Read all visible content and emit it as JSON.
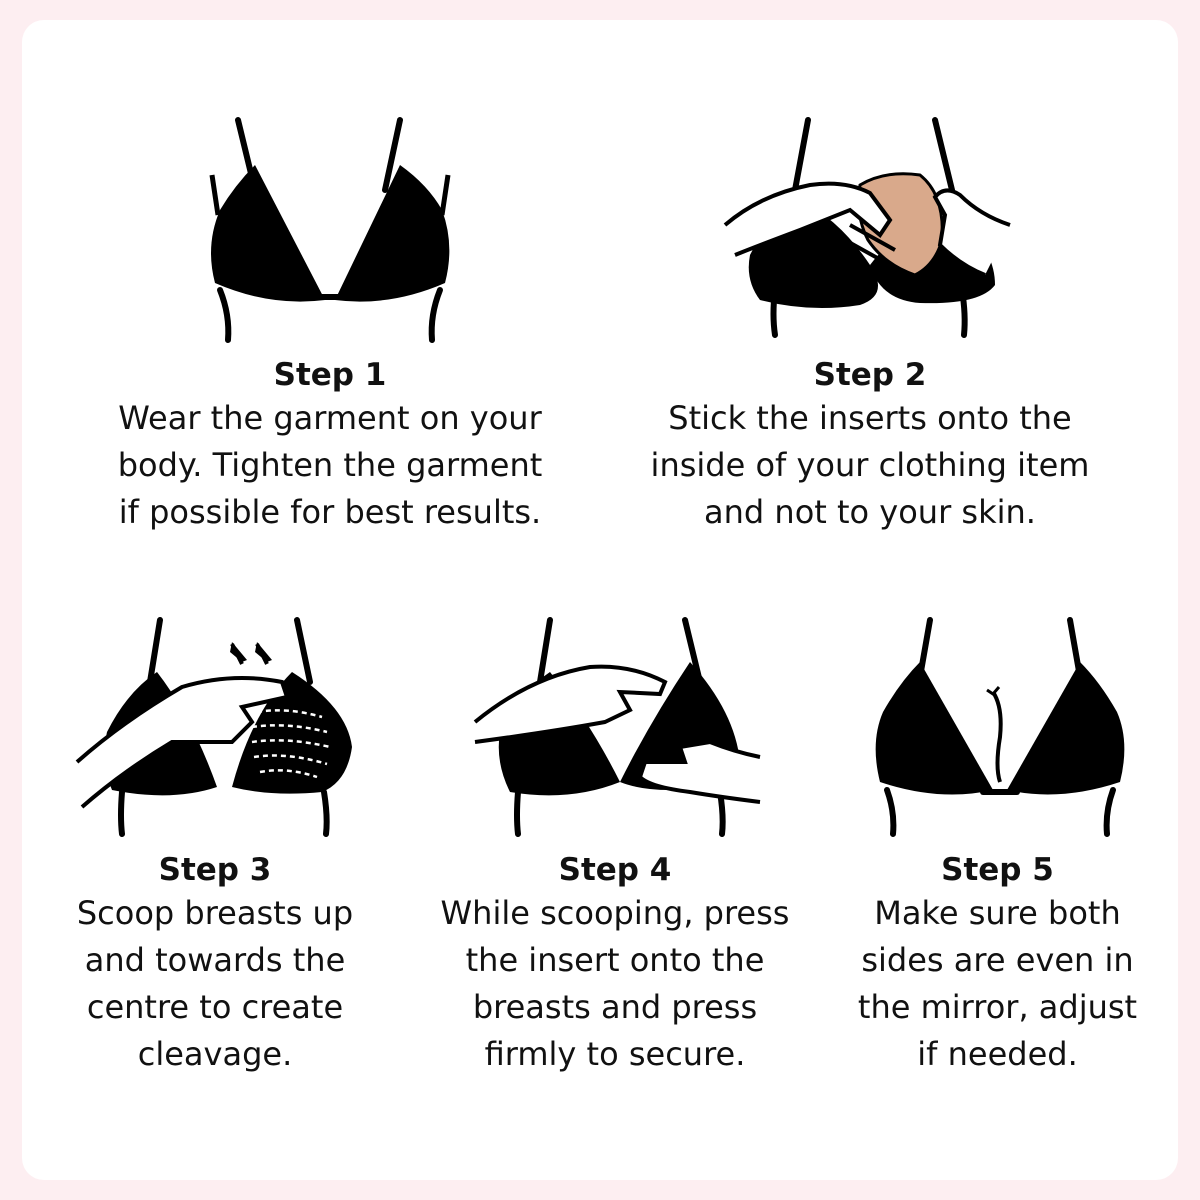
{
  "colors": {
    "background": "#fdeef1",
    "card": "#ffffff",
    "ink": "#000000",
    "insert": "#d9a98b"
  },
  "steps": [
    {
      "title": "Step 1",
      "lines": [
        "Wear the garment on your",
        "body. Tighten the garment",
        "if possible for best results."
      ],
      "icon": "bra-icon"
    },
    {
      "title": "Step 2",
      "lines": [
        "Stick the inserts onto the",
        "inside of your clothing item",
        "and not to your skin."
      ],
      "icon": "hands-insert-icon"
    },
    {
      "title": "Step 3",
      "lines": [
        "Scoop breasts up",
        "and towards the",
        "centre to create",
        "cleavage."
      ],
      "icon": "hand-scoop-icon"
    },
    {
      "title": "Step 4",
      "lines": [
        "While scooping, press",
        "the insert onto the",
        "breasts and press",
        "firmly to secure."
      ],
      "icon": "hands-press-icon"
    },
    {
      "title": "Step 5",
      "lines": [
        "Make sure both",
        "sides are even in",
        "the mirror, adjust",
        "if needed."
      ],
      "icon": "bra-cleavage-icon"
    }
  ]
}
